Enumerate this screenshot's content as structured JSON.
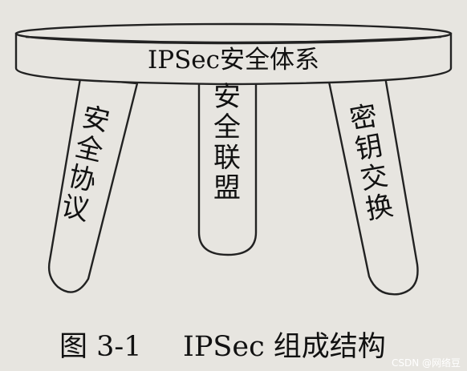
{
  "stool": {
    "top_label": "IPSec安全体系",
    "legs": [
      {
        "label": "安全协议"
      },
      {
        "label": "安全联盟"
      },
      {
        "label": "密钥交换"
      }
    ]
  },
  "caption": {
    "number": "图 3-1",
    "title": "IPSec 组成结构"
  },
  "watermark": "CSDN @网络豆",
  "colors": {
    "background": "#e7e5e0",
    "line": "#222222",
    "text": "#111111"
  }
}
